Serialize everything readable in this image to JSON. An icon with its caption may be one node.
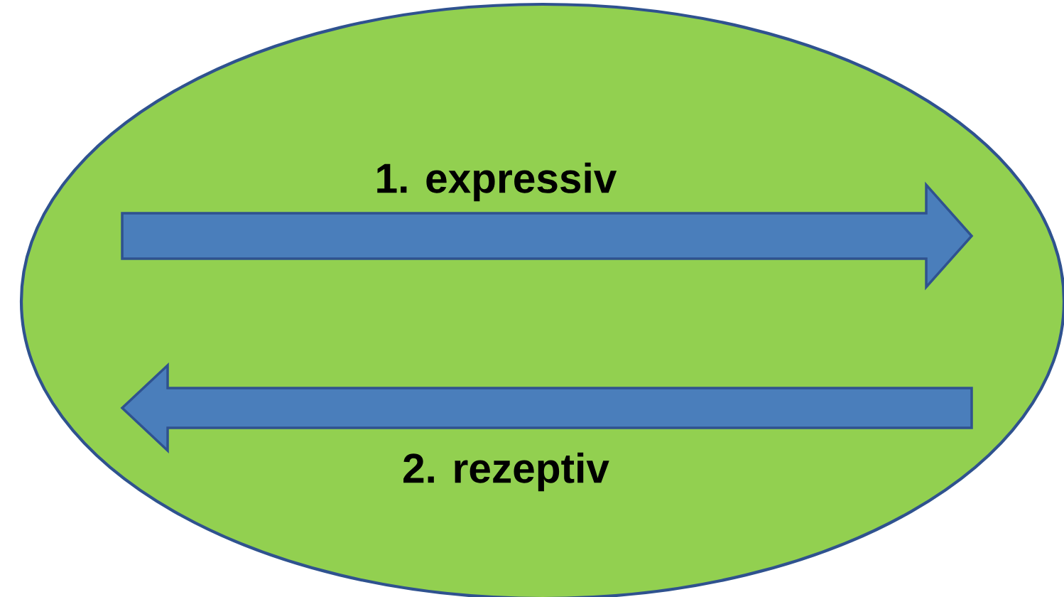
{
  "diagram": {
    "nodes": [
      {
        "text": [],
        "shape": "ellipse"
      }
    ],
    "labels": [
      "1. expressiv",
      "2. rezeptiv"
    ]
  }
}
